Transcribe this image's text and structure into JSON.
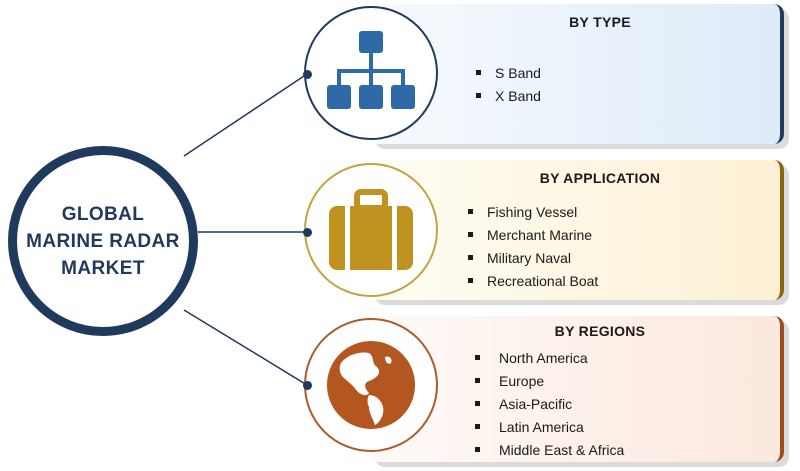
{
  "hub": {
    "title": "GLOBAL\nMARINE RADAR\nMARKET"
  },
  "segments": [
    {
      "title": "BY TYPE",
      "icon": "hierarchy-icon",
      "accent": "#2e6aa8",
      "items": [
        "S Band",
        "X Band"
      ]
    },
    {
      "title": "BY APPLICATION",
      "icon": "briefcase-icon",
      "accent": "#c0921f",
      "items": [
        "Fishing Vessel",
        "Merchant Marine",
        "Military Naval",
        "Recreational Boat"
      ]
    },
    {
      "title": "BY REGIONS",
      "icon": "globe-icon",
      "accent": "#b3561f",
      "items": [
        "North America",
        "Europe",
        "Asia-Pacific",
        "Latin America",
        "Middle East & Africa"
      ]
    }
  ],
  "colors": {
    "hub_ring": "#1f3a5c",
    "connector": "#1f3a5c"
  }
}
